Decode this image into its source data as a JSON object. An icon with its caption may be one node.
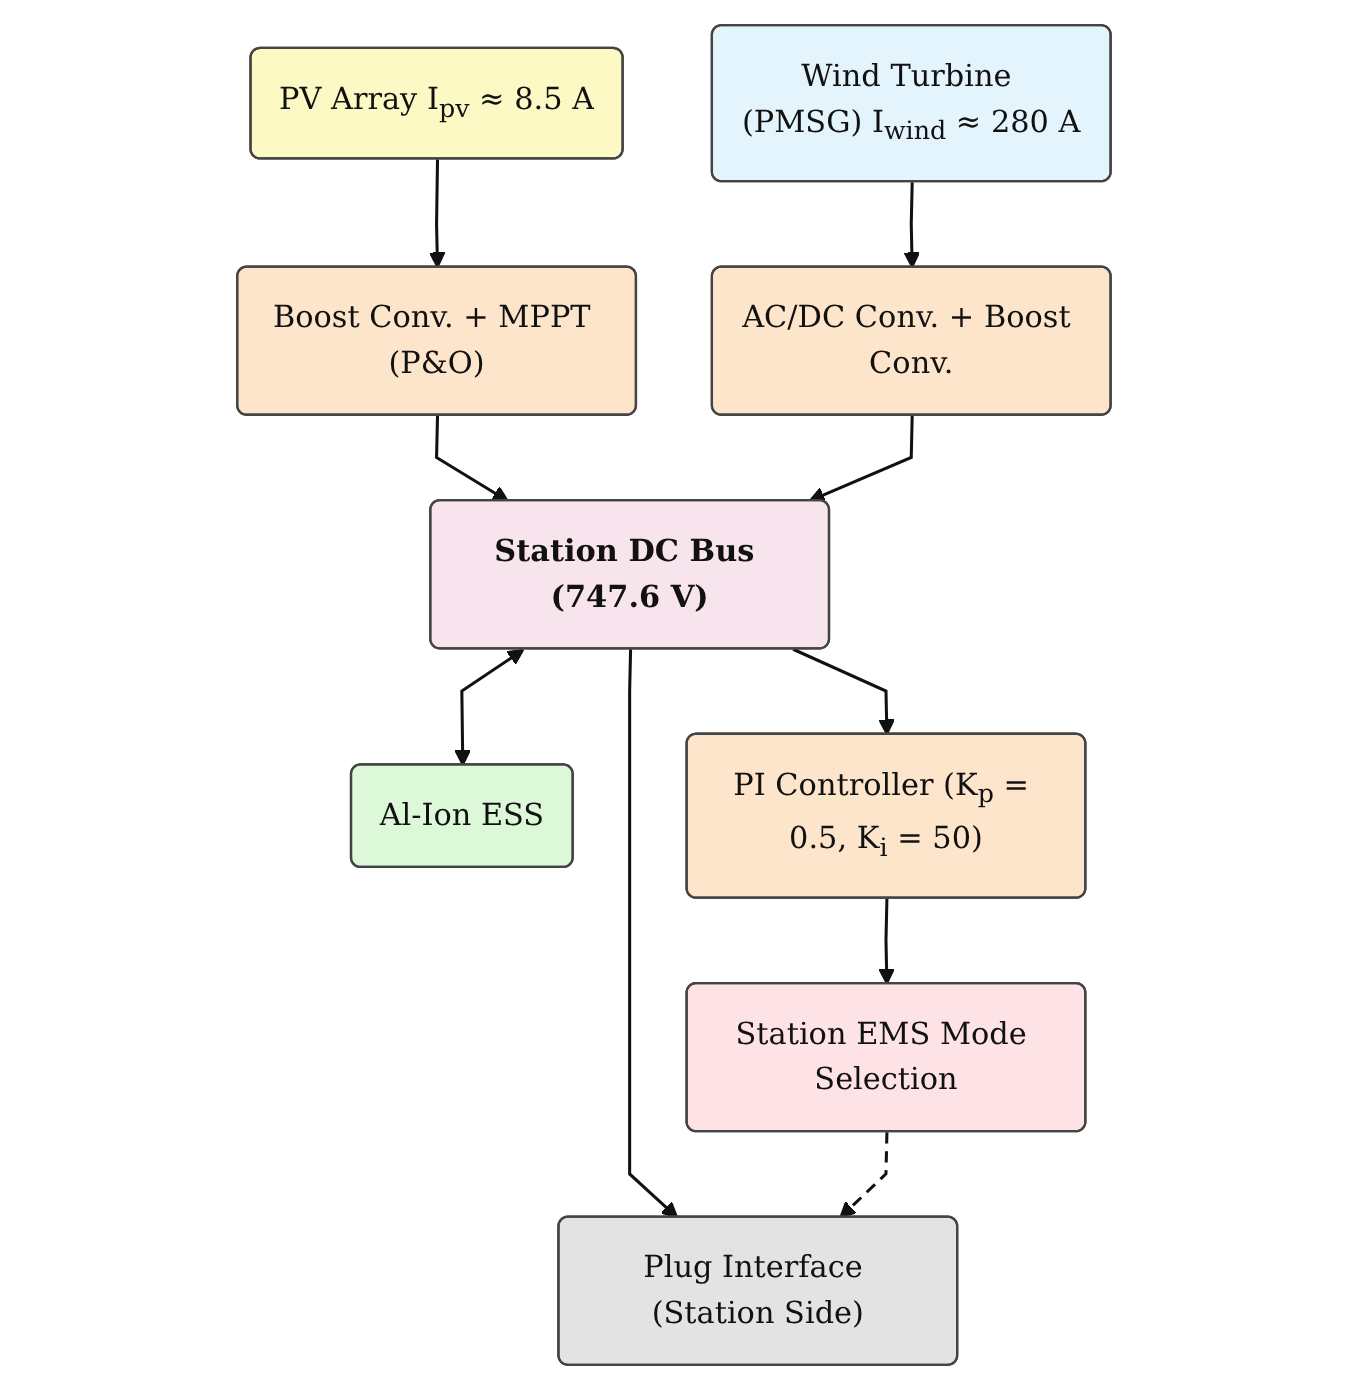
{
  "diagram": {
    "nodes": [
      {
        "text": [
          "PV Array I$_{pv}$ ≈ 8.5 A"
        ]
      },
      {
        "text": [
          "Wind Turbine (PMSG) I$_{wind}$ ≈ 280 A"
        ]
      },
      {
        "text": [
          "Boost Conv. + MPPT (P&O)"
        ]
      },
      {
        "text": [
          "AC/DC Conv. + Boost Conv."
        ]
      },
      {
        "text": [
          "Station DC Bus (747.6 V)"
        ]
      },
      {
        "text": [
          "Al-Ion ESS"
        ]
      },
      {
        "text": [
          "Plug Interface (Station Side)"
        ]
      },
      {
        "text": [
          "PI Controller (K$_{p}$ = 0.5, K$_{i}$ = 50)"
        ]
      },
      {
        "text": [
          "Station EMS Mode Selection"
        ]
      }
    ],
    "edges": [
      {
        "from": 0,
        "to": 2,
        "arrow": "to"
      },
      {
        "from": 1,
        "to": 3,
        "arrow": "to"
      },
      {
        "from": 2,
        "to": 4,
        "arrow": "to"
      },
      {
        "from": 3,
        "to": 4,
        "arrow": "to"
      },
      {
        "from": 4,
        "to": 5,
        "arrow": "both"
      },
      {
        "from": 4,
        "to": 6,
        "arrow": "to"
      },
      {
        "from": 4,
        "to": 7,
        "arrow": "to"
      },
      {
        "from": 7,
        "to": 8,
        "arrow": "to"
      },
      {
        "from": 8,
        "to": 6,
        "arrow": "to",
        "style": "dashed"
      }
    ]
  }
}
